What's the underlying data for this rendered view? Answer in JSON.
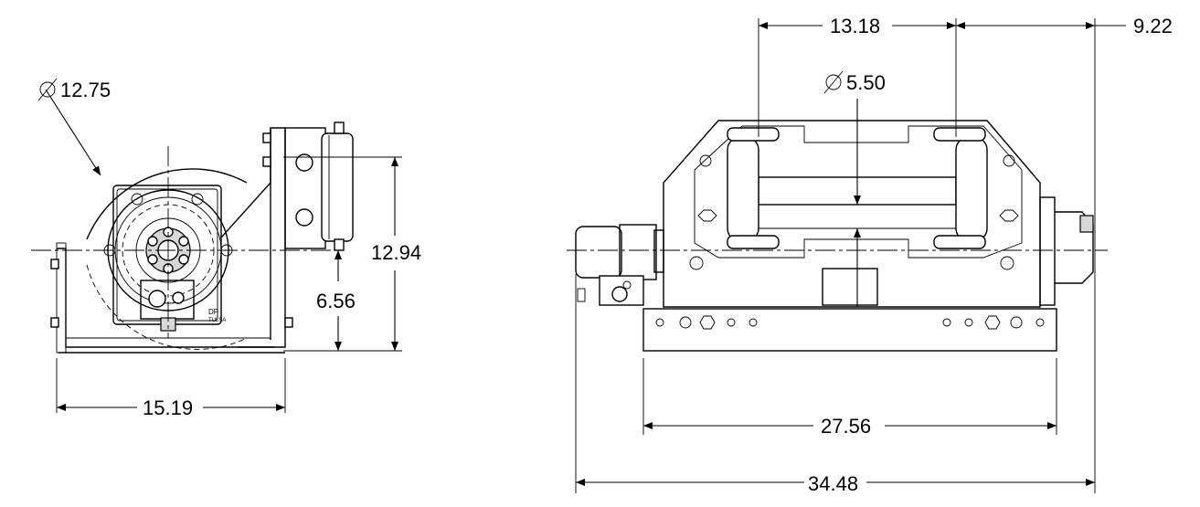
{
  "drawing_title": "",
  "dimensions": {
    "side_view": {
      "drum_diameter": "12.75",
      "overall_height": "12.94",
      "centerline_height": "6.56",
      "width": "15.19"
    },
    "front_view": {
      "drum_length": "13.18",
      "flange_offset": "9.22",
      "drum_core_diameter": "5.50",
      "base_length": "27.56",
      "overall_length": "34.48"
    }
  },
  "symbols": {
    "diameter_icon": "⌀"
  },
  "logo_text": "DP TULSA"
}
